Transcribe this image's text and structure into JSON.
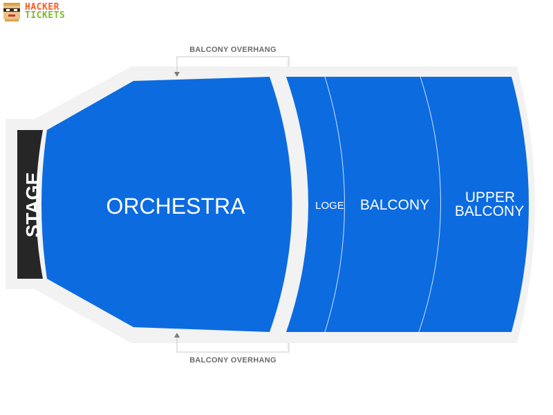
{
  "brand": {
    "line1": "HACKER",
    "line2": "TICKETS",
    "icon": "pixel-face-icon"
  },
  "venue": {
    "stage_label": "STAGE",
    "sections": {
      "orchestra": "ORCHESTRA",
      "loge": "LOGE",
      "balcony": "BALCONY",
      "upper_balcony_line1": "UPPER",
      "upper_balcony_line2": "BALCONY"
    },
    "annotations": {
      "top": "BALCONY OVERHANG",
      "bottom": "BALCONY OVERHANG"
    }
  },
  "colors": {
    "section_fill": "#0d6be0",
    "stage_fill": "#262626",
    "outline_fill": "#f2f2f2",
    "brand_orange": "#ff5a1f",
    "brand_green": "#7dbb2c"
  }
}
